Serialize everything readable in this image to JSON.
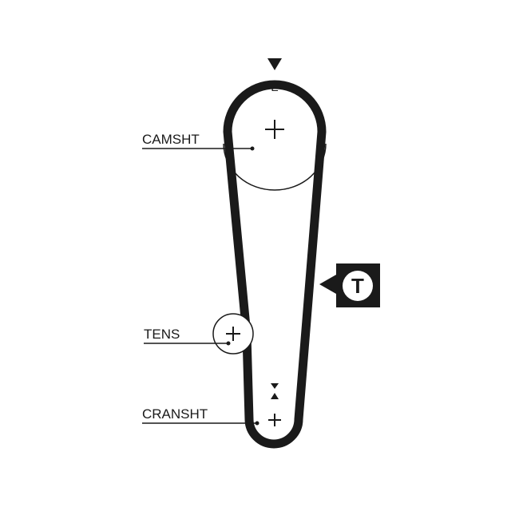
{
  "labels": {
    "camshaft": "CAMSHT",
    "tensioner": "TENS",
    "crankshaft": "CRANSHT",
    "timing_mark": "E",
    "tension_badge": "T"
  },
  "colors": {
    "line": "#1a1a1a",
    "background": "#ffffff"
  }
}
